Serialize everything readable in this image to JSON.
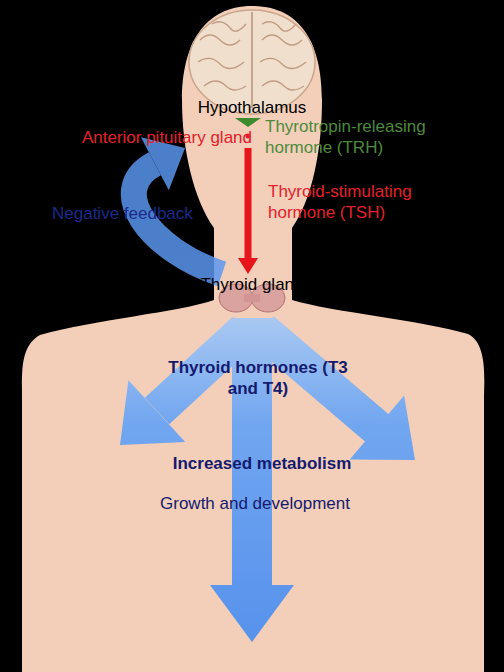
{
  "diagram": {
    "nodes": [
      {
        "text": [
          "Hypothalamus"
        ]
      },
      {
        "text": [
          "Anterior pituitary gland"
        ]
      },
      {
        "text": [
          "Thyroid gland"
        ]
      }
    ],
    "edges": [
      {
        "from": 0,
        "to": 1,
        "arrow": "to",
        "label": "Thyrotropin-releasing hormone (TRH)"
      },
      {
        "from": 1,
        "to": 2,
        "arrow": "to",
        "label": "Thyroid-stimulating hormone (TSH)"
      },
      {
        "from": 2,
        "to": 1,
        "arrow": "to",
        "label": "Negative feedback"
      }
    ],
    "labels": [
      "Thyroid hormones (T3 and T4)",
      "Increased metabolism",
      "Growth and development"
    ]
  }
}
